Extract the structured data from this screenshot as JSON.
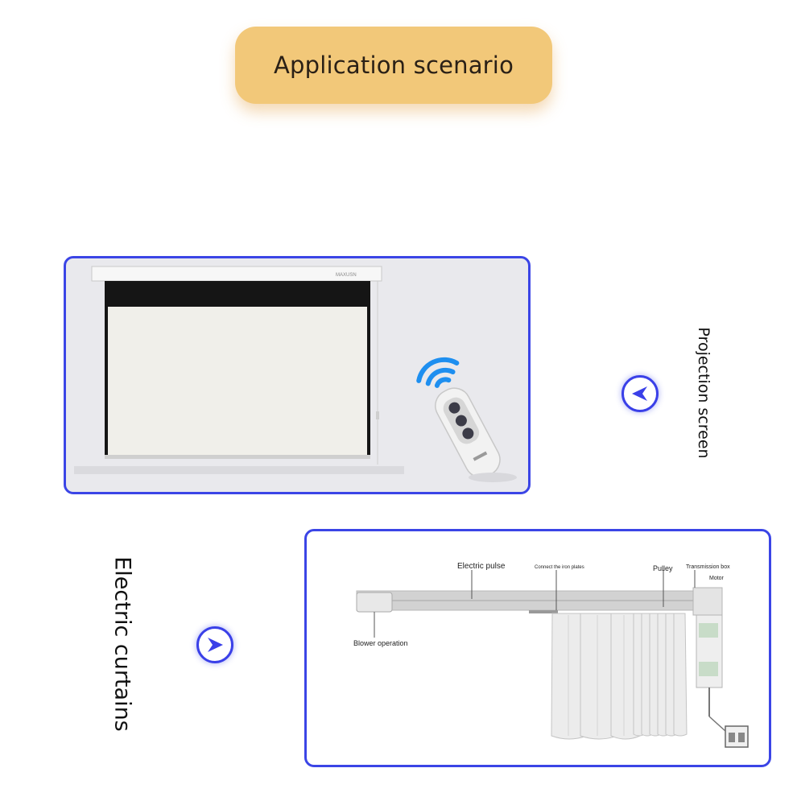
{
  "header": {
    "title": "Application scenario"
  },
  "projection": {
    "label": "Projection screen",
    "brand_mark": "MAXUSN"
  },
  "curtains": {
    "label": "Electric curtains",
    "parts": {
      "electric_pulse": "Electric pulse",
      "connect_iron_plates": "Connect the iron plates",
      "pulley": "Pulley",
      "transmission_box": "Transmission box",
      "motor": "Motor",
      "blower_operation": "Blower operation"
    }
  },
  "colors": {
    "accent": "#3b45e6",
    "title_badge": "#f2c879",
    "wifi": "#1e8ff0"
  },
  "icons": {
    "nav_left": "chevron-left-icon",
    "nav_right": "chevron-right-icon",
    "wireless": "wifi-signal-icon"
  }
}
